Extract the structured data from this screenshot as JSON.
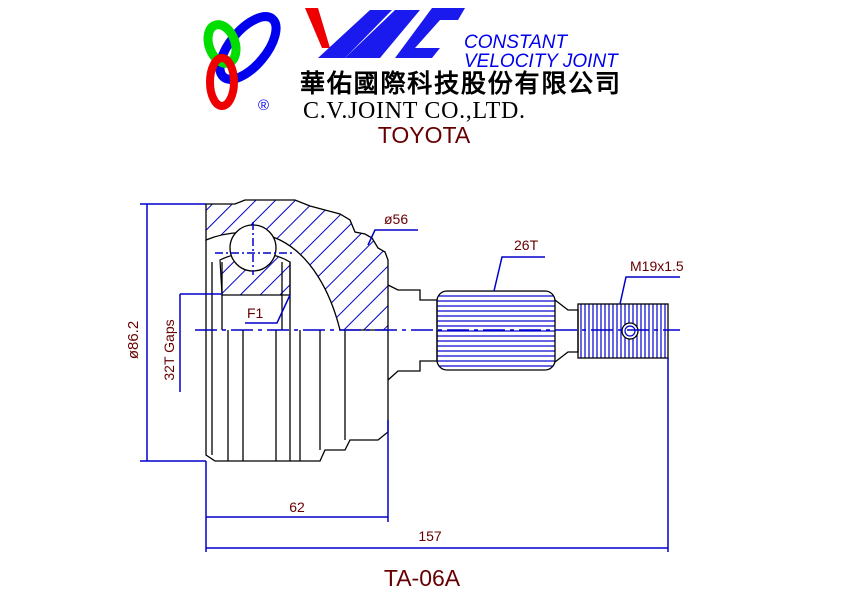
{
  "logo": {
    "brand": "YAC",
    "tagline_line1": "CONSTANT",
    "tagline_line2": "VELOCITY JOINT",
    "registered": "®",
    "company_chinese": "華佑國際科技股份有限公司",
    "company_english": "C.V.JOINT CO.,LTD."
  },
  "make": "TOYOTA",
  "dimensions": {
    "outer_diameter": "ø86.2",
    "bell_diameter": "ø56",
    "inner_spline": "32T Gaps",
    "shaft_spline": "26T",
    "thread": "M19x1.5",
    "f1": "F1",
    "length_bell": "62",
    "length_total": "157"
  },
  "part_number": "TA-06A",
  "colors": {
    "line": "#0000cc",
    "label": "#660000",
    "outline": "#000000"
  }
}
